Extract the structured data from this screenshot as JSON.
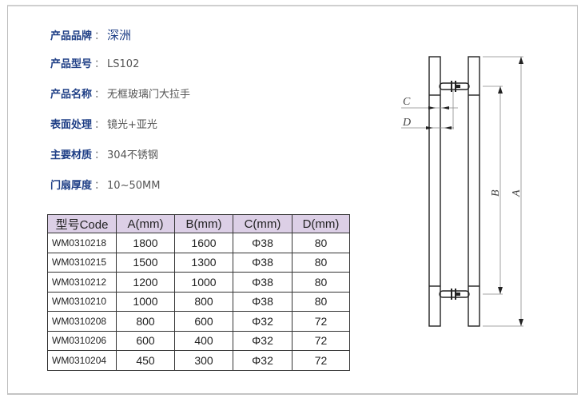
{
  "specs": [
    {
      "label": "产品品牌",
      "value": "深洲"
    },
    {
      "label": "产品型号",
      "value": "LS102"
    },
    {
      "label": "产品名称",
      "value": "无框玻璃门大拉手"
    },
    {
      "label": "表面处理",
      "value": "镜光+亚光"
    },
    {
      "label": "主要材质",
      "value": "304不锈钢"
    },
    {
      "label": "门扇厚度",
      "value": "10~50MM"
    }
  ],
  "separator": "：",
  "table": {
    "headers": [
      "型号Code",
      "A(mm)",
      "B(mm)",
      "C(mm)",
      "D(mm)"
    ],
    "rows": [
      [
        "WM0310218",
        "1800",
        "1600",
        "Φ38",
        "80"
      ],
      [
        "WM0310215",
        "1500",
        "1300",
        "Φ38",
        "80"
      ],
      [
        "WM0310212",
        "1200",
        "1000",
        "Φ38",
        "80"
      ],
      [
        "WM0310210",
        "1000",
        "800",
        "Φ38",
        "80"
      ],
      [
        "WM0310208",
        "800",
        "600",
        "Φ32",
        "72"
      ],
      [
        "WM0310206",
        "600",
        "400",
        "Φ32",
        "72"
      ],
      [
        "WM0310204",
        "450",
        "300",
        "Φ32",
        "72"
      ]
    ]
  },
  "diagram": {
    "labels": {
      "a": "A",
      "b": "B",
      "c": "C",
      "d": "D"
    }
  },
  "colors": {
    "label_blue": "#1f3f86",
    "header_bg": "#dccfe6"
  }
}
